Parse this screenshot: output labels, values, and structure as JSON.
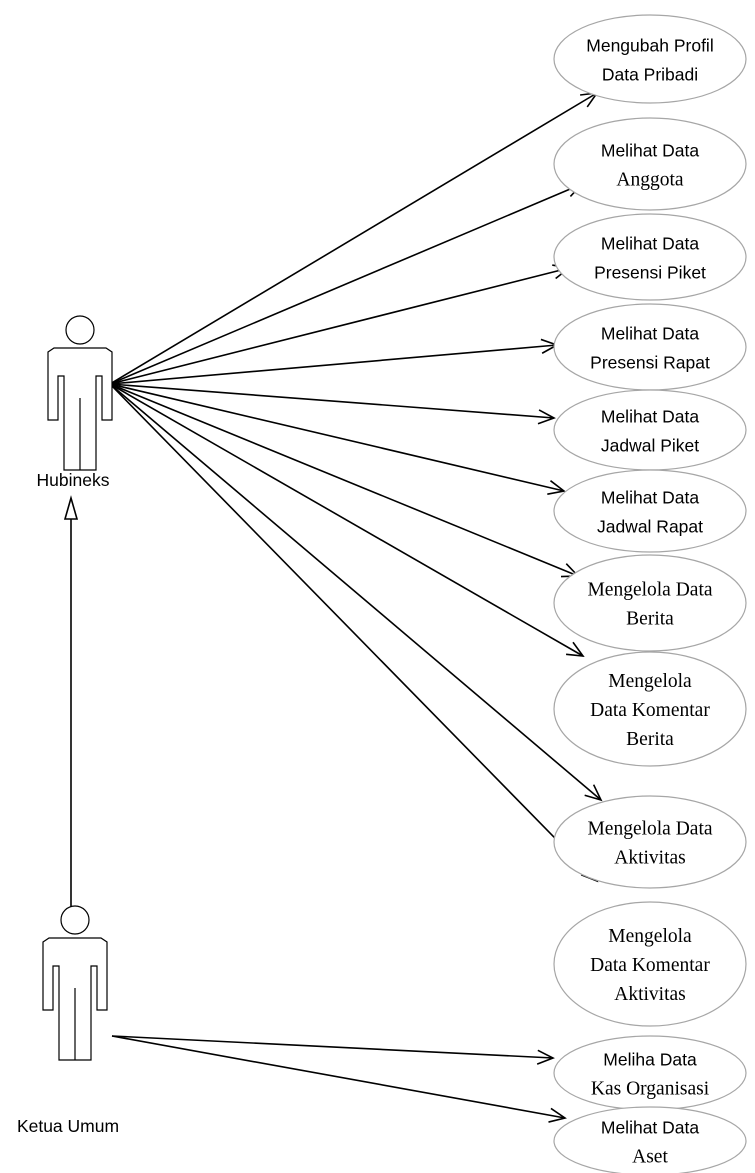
{
  "actors": [
    {
      "id": "hubineks",
      "label": "Hubineks"
    },
    {
      "id": "ketua",
      "label": "Ketua Umum"
    }
  ],
  "generalization": {
    "child": "ketua",
    "parent": "hubineks"
  },
  "use_cases": [
    {
      "id": "uc1",
      "actor": "hubineks",
      "font": "sans",
      "lines": [
        "Mengubah Profil",
        "Data Pribadi"
      ]
    },
    {
      "id": "uc2",
      "actor": "hubineks",
      "font": "mixed",
      "lines": [
        "Melihat Data",
        "Anggota"
      ]
    },
    {
      "id": "uc3",
      "actor": "hubineks",
      "font": "sans",
      "lines": [
        "Melihat Data",
        "Presensi Piket"
      ]
    },
    {
      "id": "uc4",
      "actor": "hubineks",
      "font": "sans",
      "lines": [
        "Melihat Data",
        "Presensi Rapat"
      ]
    },
    {
      "id": "uc5",
      "actor": "hubineks",
      "font": "sans",
      "lines": [
        "Melihat Data",
        "Jadwal Piket"
      ]
    },
    {
      "id": "uc6",
      "actor": "hubineks",
      "font": "sans",
      "lines": [
        "Melihat Data",
        "Jadwal Rapat"
      ]
    },
    {
      "id": "uc7",
      "actor": "hubineks",
      "font": "serif",
      "lines": [
        "Mengelola Data",
        "Berita"
      ]
    },
    {
      "id": "uc8",
      "actor": "hubineks",
      "font": "serif",
      "lines": [
        "Mengelola",
        "Data Komentar",
        "Berita"
      ]
    },
    {
      "id": "uc9",
      "actor": "hubineks",
      "font": "serif",
      "lines": [
        "Mengelola Data",
        "Aktivitas"
      ]
    },
    {
      "id": "uc10",
      "actor": "hubineks",
      "font": "serif",
      "lines": [
        "Mengelola",
        "Data Komentar",
        "Aktivitas"
      ]
    },
    {
      "id": "uc11",
      "actor": "ketua",
      "font": "mixed",
      "lines": [
        "Meliha Data",
        "Kas Organisasi"
      ]
    },
    {
      "id": "uc12",
      "actor": "ketua",
      "font": "mixed",
      "lines": [
        "Melihat Data",
        "Aset"
      ]
    }
  ]
}
